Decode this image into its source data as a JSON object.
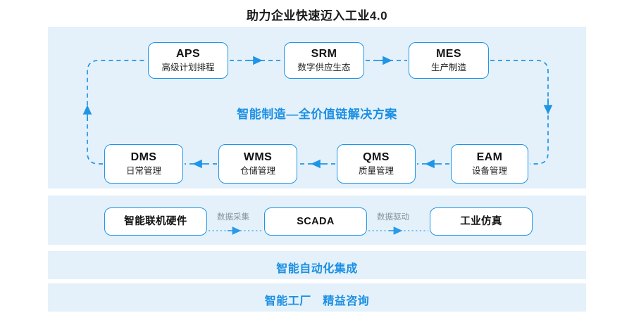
{
  "title": "助力企业快速迈入工业4.0",
  "colors": {
    "panel_bg": "#e4f1fb",
    "accent_blue": "#1b8fe3",
    "box_border": "#1f95e6",
    "label_gray": "#8a9199",
    "page_bg": "#ffffff"
  },
  "main_panel": {
    "headline": "智能制造—全价值链解决方案",
    "top_row": [
      {
        "code": "APS",
        "desc": "高级计划排程"
      },
      {
        "code": "SRM",
        "desc": "数字供应生态"
      },
      {
        "code": "MES",
        "desc": "生产制造"
      }
    ],
    "bottom_row": [
      {
        "code": "DMS",
        "desc": "日常管理"
      },
      {
        "code": "WMS",
        "desc": "仓储管理"
      },
      {
        "code": "QMS",
        "desc": "质量管理"
      },
      {
        "code": "EAM",
        "desc": "设备管理"
      }
    ]
  },
  "scada_panel": {
    "boxes": [
      {
        "code": "智能联机硬件"
      },
      {
        "code": "SCADA"
      },
      {
        "code": "工业仿真"
      }
    ],
    "flow_labels": [
      "数据采集",
      "数据驱动"
    ]
  },
  "bands": [
    {
      "label": "智能自动化集成"
    },
    {
      "label": "智能工厂　精益咨询"
    }
  ]
}
